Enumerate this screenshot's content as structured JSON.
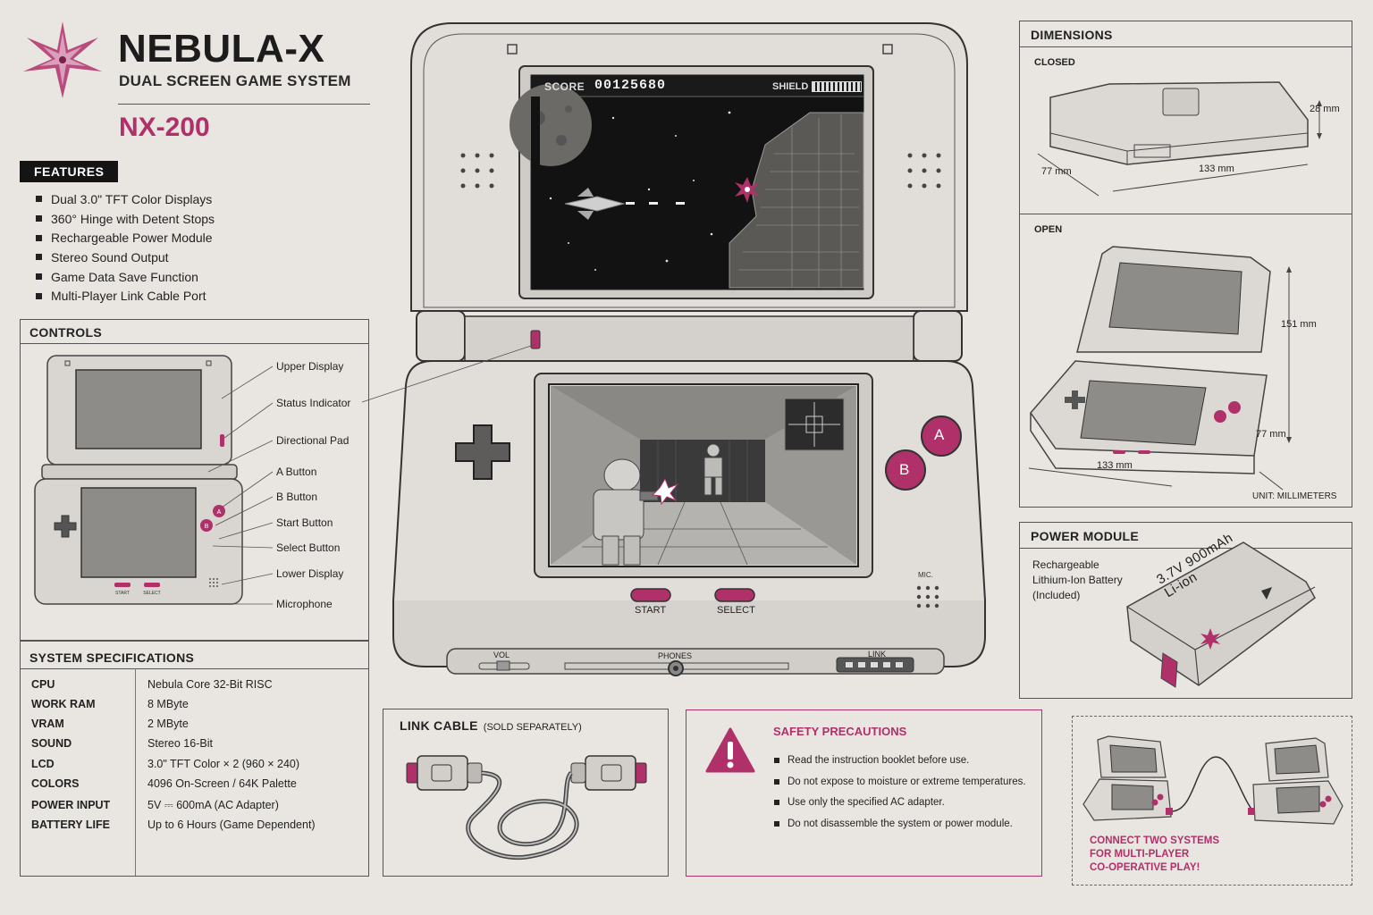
{
  "brand": {
    "title": "NEBULA-X",
    "subtitle": "DUAL SCREEN GAME SYSTEM",
    "model": "NX-200"
  },
  "colors": {
    "accent": "#b0306a",
    "background": "#e9e6e1",
    "ink": "#222222"
  },
  "features": {
    "heading": "FEATURES",
    "items": [
      "Dual 3.0\" TFT Color Displays",
      "360° Hinge with Detent Stops",
      "Rechargeable Power Module",
      "Stereo Sound Output",
      "Game Data Save Function",
      "Multi-Player Link Cable Port"
    ]
  },
  "controls": {
    "heading": "CONTROLS",
    "labels": [
      "Upper Display",
      "Status Indicator",
      "Directional Pad",
      "A Button",
      "B Button",
      "Start Button",
      "Select Button",
      "Lower Display",
      "Microphone"
    ]
  },
  "specs": {
    "heading": "SYSTEM SPECIFICATIONS",
    "rows": [
      {
        "k": "CPU",
        "v": "Nebula Core 32-Bit RISC"
      },
      {
        "k": "WORK RAM",
        "v": "8 MByte"
      },
      {
        "k": "VRAM",
        "v": "2 MByte"
      },
      {
        "k": "SOUND",
        "v": "Stereo 16-Bit"
      },
      {
        "k": "LCD",
        "v": "3.0\" TFT Color × 2 (960 × 240)"
      },
      {
        "k": "COLORS",
        "v": "4096 On-Screen / 64K Palette"
      },
      {
        "k": "POWER INPUT",
        "v": "5V ⎓ 600mA (AC Adapter)"
      },
      {
        "k": "BATTERY LIFE",
        "v": "Up to 6 Hours (Game Dependent)"
      }
    ]
  },
  "device": {
    "hud_score_label": "SCORE",
    "hud_score_value": "00125680",
    "hud_shield_label": "SHIELD",
    "button_a": "A",
    "button_b": "B",
    "start_label": "START",
    "select_label": "SELECT",
    "mic_label": "MIC.",
    "vol_label": "VOL",
    "phones_label": "PHONES",
    "link_label": "LINK"
  },
  "dimensions": {
    "heading": "DIMENSIONS",
    "closed_label": "CLOSED",
    "open_label": "OPEN",
    "closed_height": "28 mm",
    "closed_depth": "77 mm",
    "closed_width": "133 mm",
    "open_height": "151 mm",
    "open_depth": "77 mm",
    "open_width": "133 mm",
    "unit_note": "UNIT: MILLIMETERS"
  },
  "power": {
    "heading": "POWER MODULE",
    "desc_line1": "Rechargeable",
    "desc_line2": "Lithium-Ion Battery",
    "desc_line3": "(Included)",
    "battery_text1": "3.7V  900mAh",
    "battery_text2": "Li-ion"
  },
  "link_cable": {
    "heading": "LINK CABLE",
    "note": "(SOLD SEPARATELY)"
  },
  "safety": {
    "heading": "SAFETY PRECAUTIONS",
    "items": [
      "Read the instruction booklet before use.",
      "Do not expose to moisture or extreme temperatures.",
      "Use only the specified AC adapter.",
      "Do not disassemble the system or power module."
    ]
  },
  "multiplayer": {
    "line1": "CONNECT TWO SYSTEMS",
    "line2": "FOR MULTI-PLAYER",
    "line3": "CO-OPERATIVE PLAY!"
  }
}
